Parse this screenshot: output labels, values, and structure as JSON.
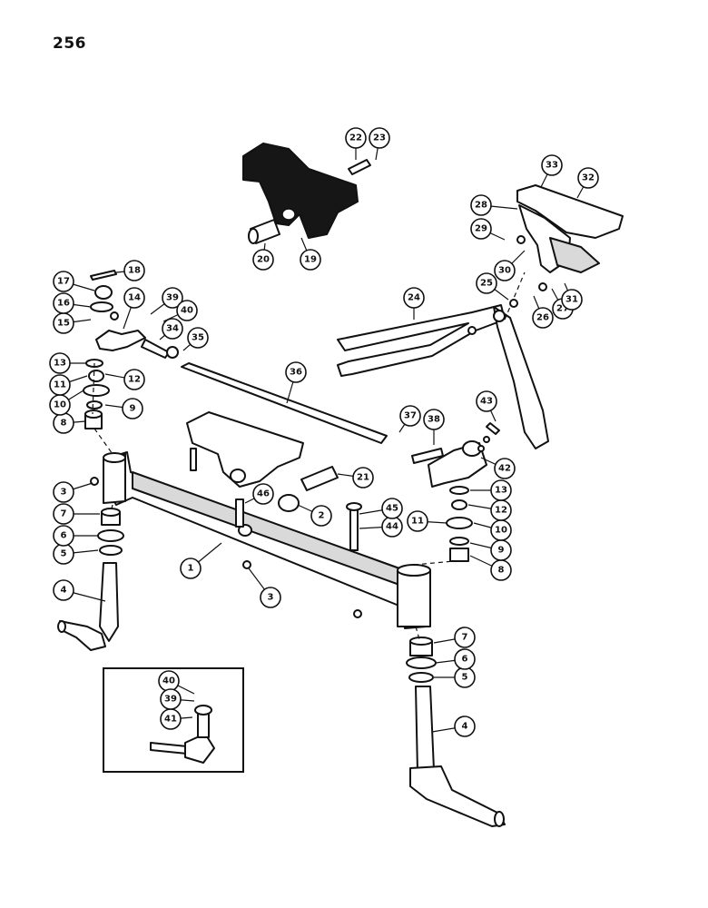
{
  "page_number": "256",
  "callouts": [
    "1",
    "2",
    "3",
    "4",
    "5",
    "6",
    "7",
    "8",
    "9",
    "10",
    "11",
    "12",
    "13",
    "14",
    "15",
    "16",
    "17",
    "18",
    "19",
    "20",
    "21",
    "22",
    "23",
    "24",
    "25",
    "26",
    "27",
    "28",
    "29",
    "30",
    "31",
    "32",
    "33",
    "34",
    "35",
    "36",
    "37",
    "38",
    "39",
    "40",
    "41",
    "42",
    "43",
    "44",
    "45",
    "46"
  ],
  "colors": {
    "ink": "#111111",
    "paper": "#ffffff",
    "shade": "#d9d9d9"
  }
}
